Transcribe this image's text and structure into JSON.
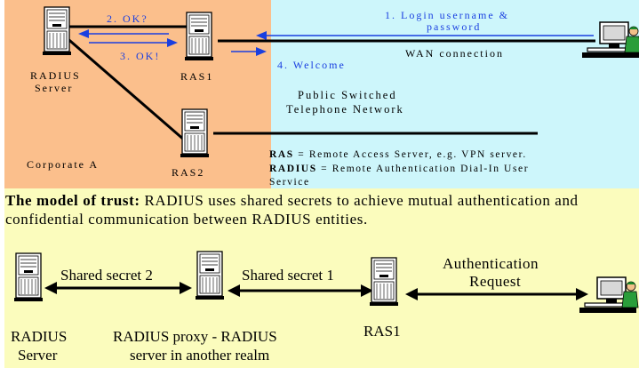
{
  "top": {
    "corporate_label": "Corporate A",
    "radius_server_label": [
      "RADIUS",
      "Server"
    ],
    "ras1_label": "RAS1",
    "ras2_label": "RAS2",
    "step1": [
      "1. Login username &",
      "password"
    ],
    "step2": "2. OK?",
    "step3": "3. OK!",
    "step4": "4. Welcome",
    "wan_label": "WAN connection",
    "pstn_label": [
      "Public Switched",
      "Telephone Network"
    ],
    "def_ras_term": "RAS",
    "def_ras_text": " = Remote Access Server, e.g. VPN server.",
    "def_radius_term": "RADIUS",
    "def_radius_text": " = Remote Authentication Dial-In User",
    "def_radius_text2": "Service"
  },
  "bottom": {
    "trust_title": "The model of trust:",
    "trust_text": " RADIUS uses shared secrets to achieve mutual authentication and confidential communication between RADIUS entities.",
    "secret2": "Shared secret 2",
    "secret1": "Shared secret 1",
    "auth_request": [
      "Authentication",
      "Request"
    ],
    "radius_server_label": [
      "RADIUS",
      "Server"
    ],
    "proxy_label": [
      "RADIUS proxy - RADIUS",
      "server in another realm"
    ],
    "ras1_label": "RAS1"
  },
  "colors": {
    "corporate_bg": "#fbbf8c",
    "pstn_bg": "#cdf6fb",
    "bottom_bg": "#fbfcbd",
    "arrow_blue": "#1a3fe0"
  },
  "icons": [
    "server-tower-icon",
    "user-at-computer-icon"
  ]
}
